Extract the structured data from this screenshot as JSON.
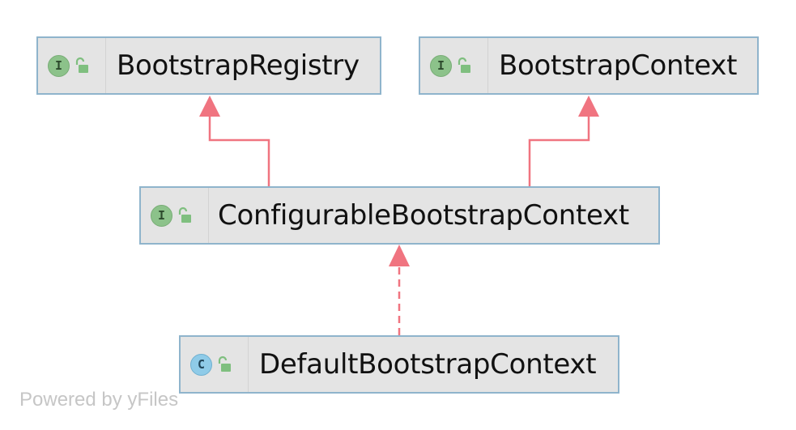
{
  "nodes": [
    {
      "id": "bootstrap-registry",
      "kind": "interface",
      "kind_letter": "I",
      "visibility_icon": "unlocked-padlock-icon",
      "label": "BootstrapRegistry"
    },
    {
      "id": "bootstrap-context",
      "kind": "interface",
      "kind_letter": "I",
      "visibility_icon": "unlocked-padlock-icon",
      "label": "BootstrapContext"
    },
    {
      "id": "configurable-bootstrap-context",
      "kind": "interface",
      "kind_letter": "I",
      "visibility_icon": "unlocked-padlock-icon",
      "label": "ConfigurableBootstrapContext"
    },
    {
      "id": "default-bootstrap-context",
      "kind": "class",
      "kind_letter": "C",
      "visibility_icon": "unlocked-padlock-icon",
      "label": "DefaultBootstrapContext"
    }
  ],
  "edges": [
    {
      "from": "configurable-bootstrap-context",
      "to": "bootstrap-registry",
      "style": "solid",
      "relation": "extends"
    },
    {
      "from": "configurable-bootstrap-context",
      "to": "bootstrap-context",
      "style": "solid",
      "relation": "extends"
    },
    {
      "from": "default-bootstrap-context",
      "to": "configurable-bootstrap-context",
      "style": "dashed",
      "relation": "implements"
    }
  ],
  "colors": {
    "edge": "#f07480",
    "node_fill": "#e4e4e4",
    "node_border": "#8fb4cc",
    "interface_icon": "#8cc28a",
    "class_icon": "#8fcbe8",
    "padlock": "#7fbf7f"
  },
  "watermark": "Powered by yFiles"
}
